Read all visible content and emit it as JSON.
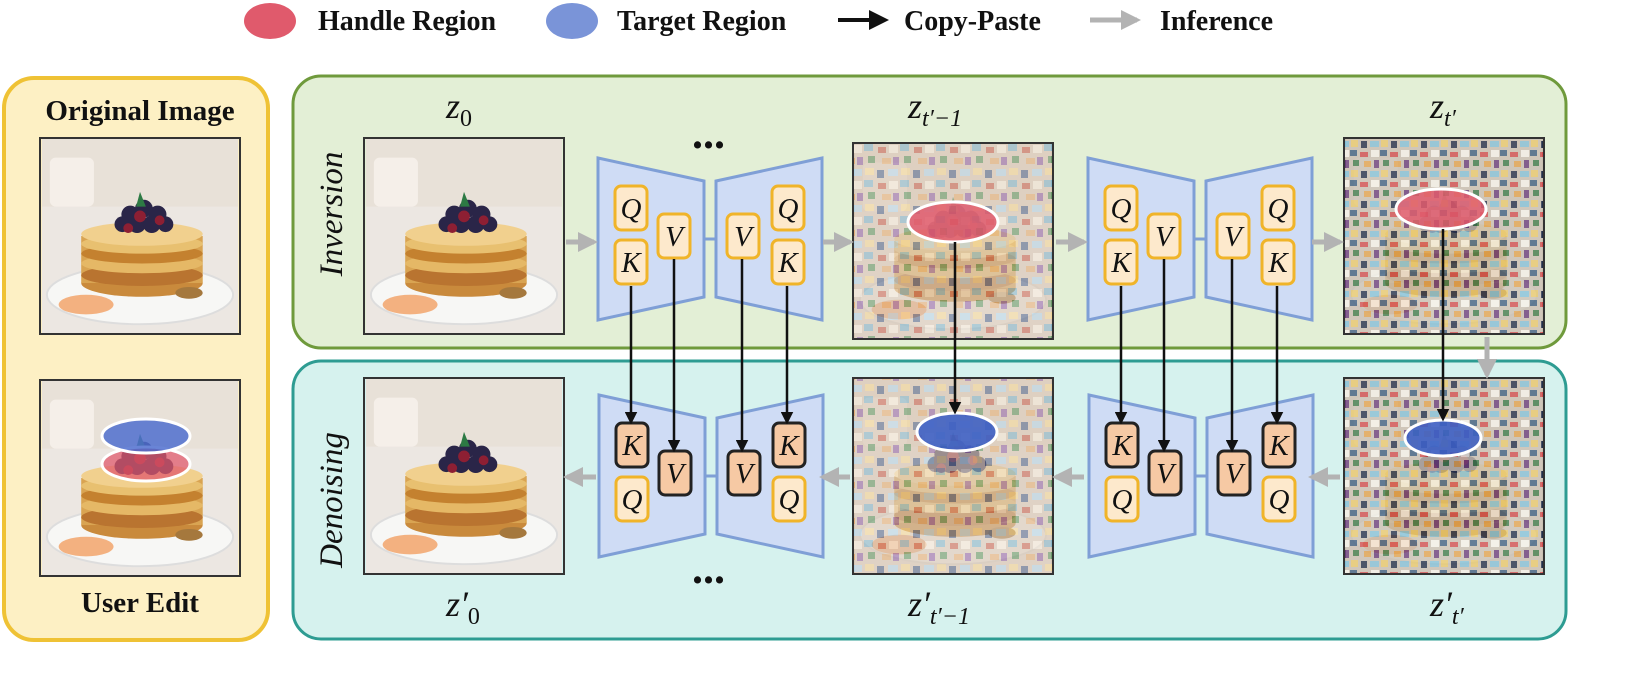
{
  "legend": [
    {
      "id": "handle",
      "label": "Handle Region",
      "kind": "ellipse",
      "color": "#e05a6c"
    },
    {
      "id": "target",
      "label": "Target Region",
      "kind": "ellipse",
      "color": "#7a94d8"
    },
    {
      "id": "copy",
      "label": "Copy-Paste",
      "kind": "arrow",
      "color": "#111111"
    },
    {
      "id": "inference",
      "label": "Inference",
      "kind": "arrow",
      "color": "#aaaaaa"
    }
  ],
  "left_panel": {
    "title": "Original Image",
    "caption": "User Edit",
    "bg": "#fdf0c4",
    "border": "#efc235"
  },
  "inversion": {
    "label": "Inversion",
    "bg": "#e3efd6",
    "border": "#6f9a3c",
    "latents": {
      "z0": {
        "base": "z",
        "sub": "0"
      },
      "zt1": {
        "base": "z",
        "sub": "t′−1"
      },
      "zt": {
        "base": "z",
        "sub": "t′"
      }
    }
  },
  "denoising": {
    "label": "Denoising",
    "bg": "#d6f2ee",
    "border": "#2e9c92",
    "latents": {
      "z0": {
        "base": "z′",
        "sub": "0"
      },
      "zt1": {
        "base": "z′",
        "sub": "t′−1"
      },
      "zt": {
        "base": "z′",
        "sub": "t′"
      }
    }
  },
  "unet": {
    "q": "Q",
    "k": "K",
    "v": "V",
    "fill": "#cfdcf5",
    "stroke": "#7f9fd6",
    "box_fill": "#fde9cc",
    "box_stroke": "#f0b429",
    "box_fill_dark": "#f6c9a4",
    "box_stroke_dark": "#222222"
  },
  "ellipsis": "..."
}
